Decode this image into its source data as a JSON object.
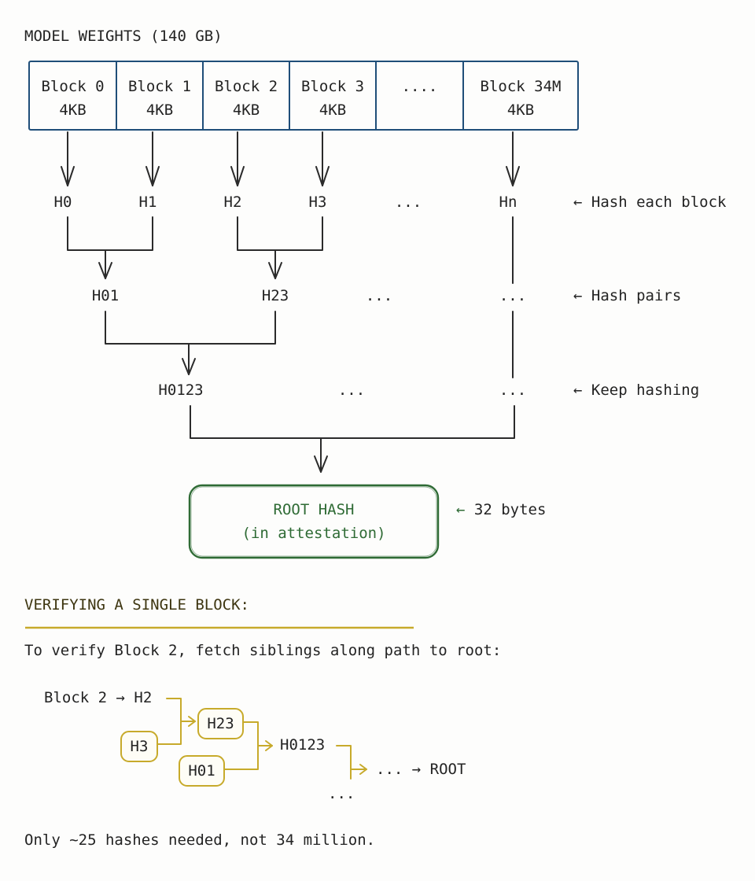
{
  "title": "MODEL WEIGHTS (140 GB)",
  "blocks": [
    {
      "name": "Block 0",
      "size": "4KB"
    },
    {
      "name": "Block 1",
      "size": "4KB"
    },
    {
      "name": "Block 2",
      "size": "4KB"
    },
    {
      "name": "Block 3",
      "size": "4KB"
    },
    {
      "name": "....",
      "size": ""
    },
    {
      "name": "Block 34M",
      "size": "4KB"
    }
  ],
  "level1": {
    "nodes": [
      "H0",
      "H1",
      "H2",
      "H3",
      "...",
      "Hn"
    ],
    "annotation": "← Hash each block"
  },
  "level2": {
    "nodes": [
      "H01",
      "H23",
      "...",
      "..."
    ],
    "annotation": "← Hash pairs"
  },
  "level3": {
    "nodes": [
      "H0123",
      "...",
      "..."
    ],
    "annotation": "← Keep hashing"
  },
  "root": {
    "line1": "ROOT HASH",
    "line2": "(in attestation)",
    "annotation_arrow": "←",
    "annotation": "32 bytes"
  },
  "verify": {
    "heading": "VERIFYING A SINGLE BLOCK:",
    "intro": "To verify Block 2, fetch siblings along path to root:",
    "start": "Block 2 → H2",
    "sibling_h3": "H3",
    "node_h23": "H23",
    "sibling_h01": "H01",
    "node_h0123": "H0123",
    "path_end": "... → ROOT",
    "ellipsis": "...",
    "summary": "Only ~25 hashes needed, not 34 million."
  },
  "colors": {
    "block_border": "#1f4e79",
    "ink": "#232323",
    "root_green": "#2f6b35",
    "highlight_gold": "#c7aa2b",
    "heading_olive": "#3d3510"
  }
}
